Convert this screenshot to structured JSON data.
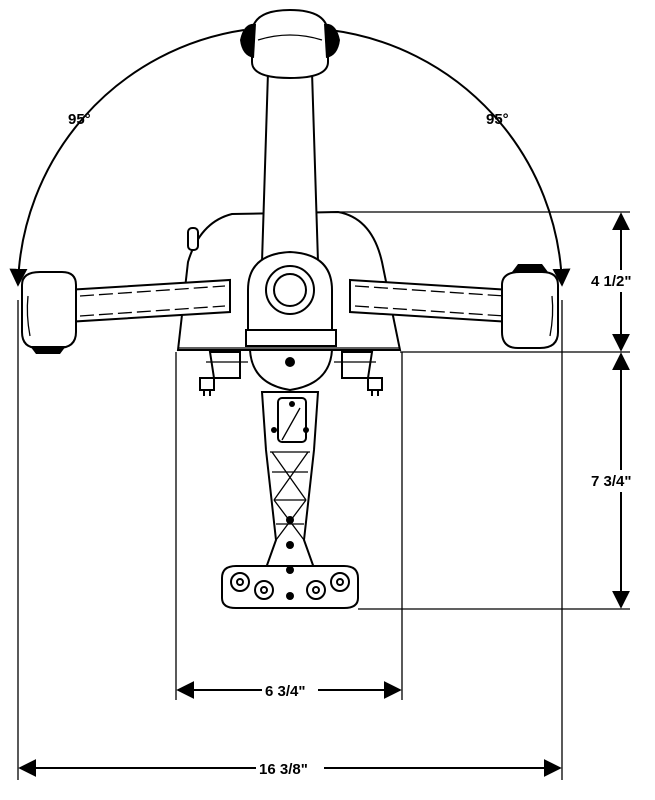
{
  "diagram": {
    "angle_left": "95°",
    "angle_right": "95°",
    "height_upper": "4 1/2\"",
    "height_lower": "7 3/4\"",
    "width_mount": "6 3/4\"",
    "width_overall": "16 3/8\""
  },
  "colors": {
    "line": "#000000",
    "background": "#ffffff"
  }
}
